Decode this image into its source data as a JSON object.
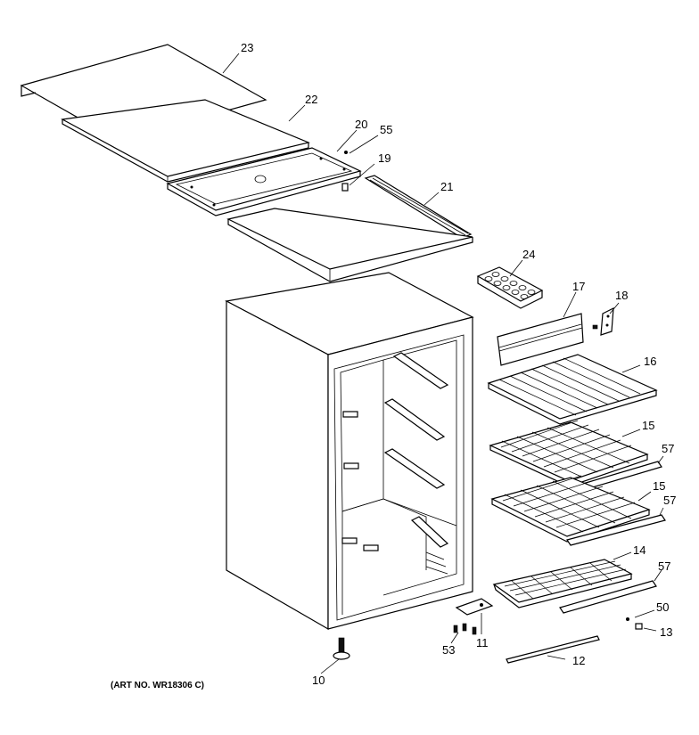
{
  "labels": {
    "p23": "23",
    "p22": "22",
    "p20": "20",
    "p55": "55",
    "p19": "19",
    "p21": "21",
    "p24": "24",
    "p17": "17",
    "p18": "18",
    "p16": "16",
    "p15a": "15",
    "p57a": "57",
    "p15b": "15",
    "p57b": "57",
    "p14": "14",
    "p57c": "57",
    "p50": "50",
    "p13": "13",
    "p11": "11",
    "p53": "53",
    "p12": "12",
    "p10": "10"
  },
  "art_number": "(ART NO. WR18306 C)"
}
